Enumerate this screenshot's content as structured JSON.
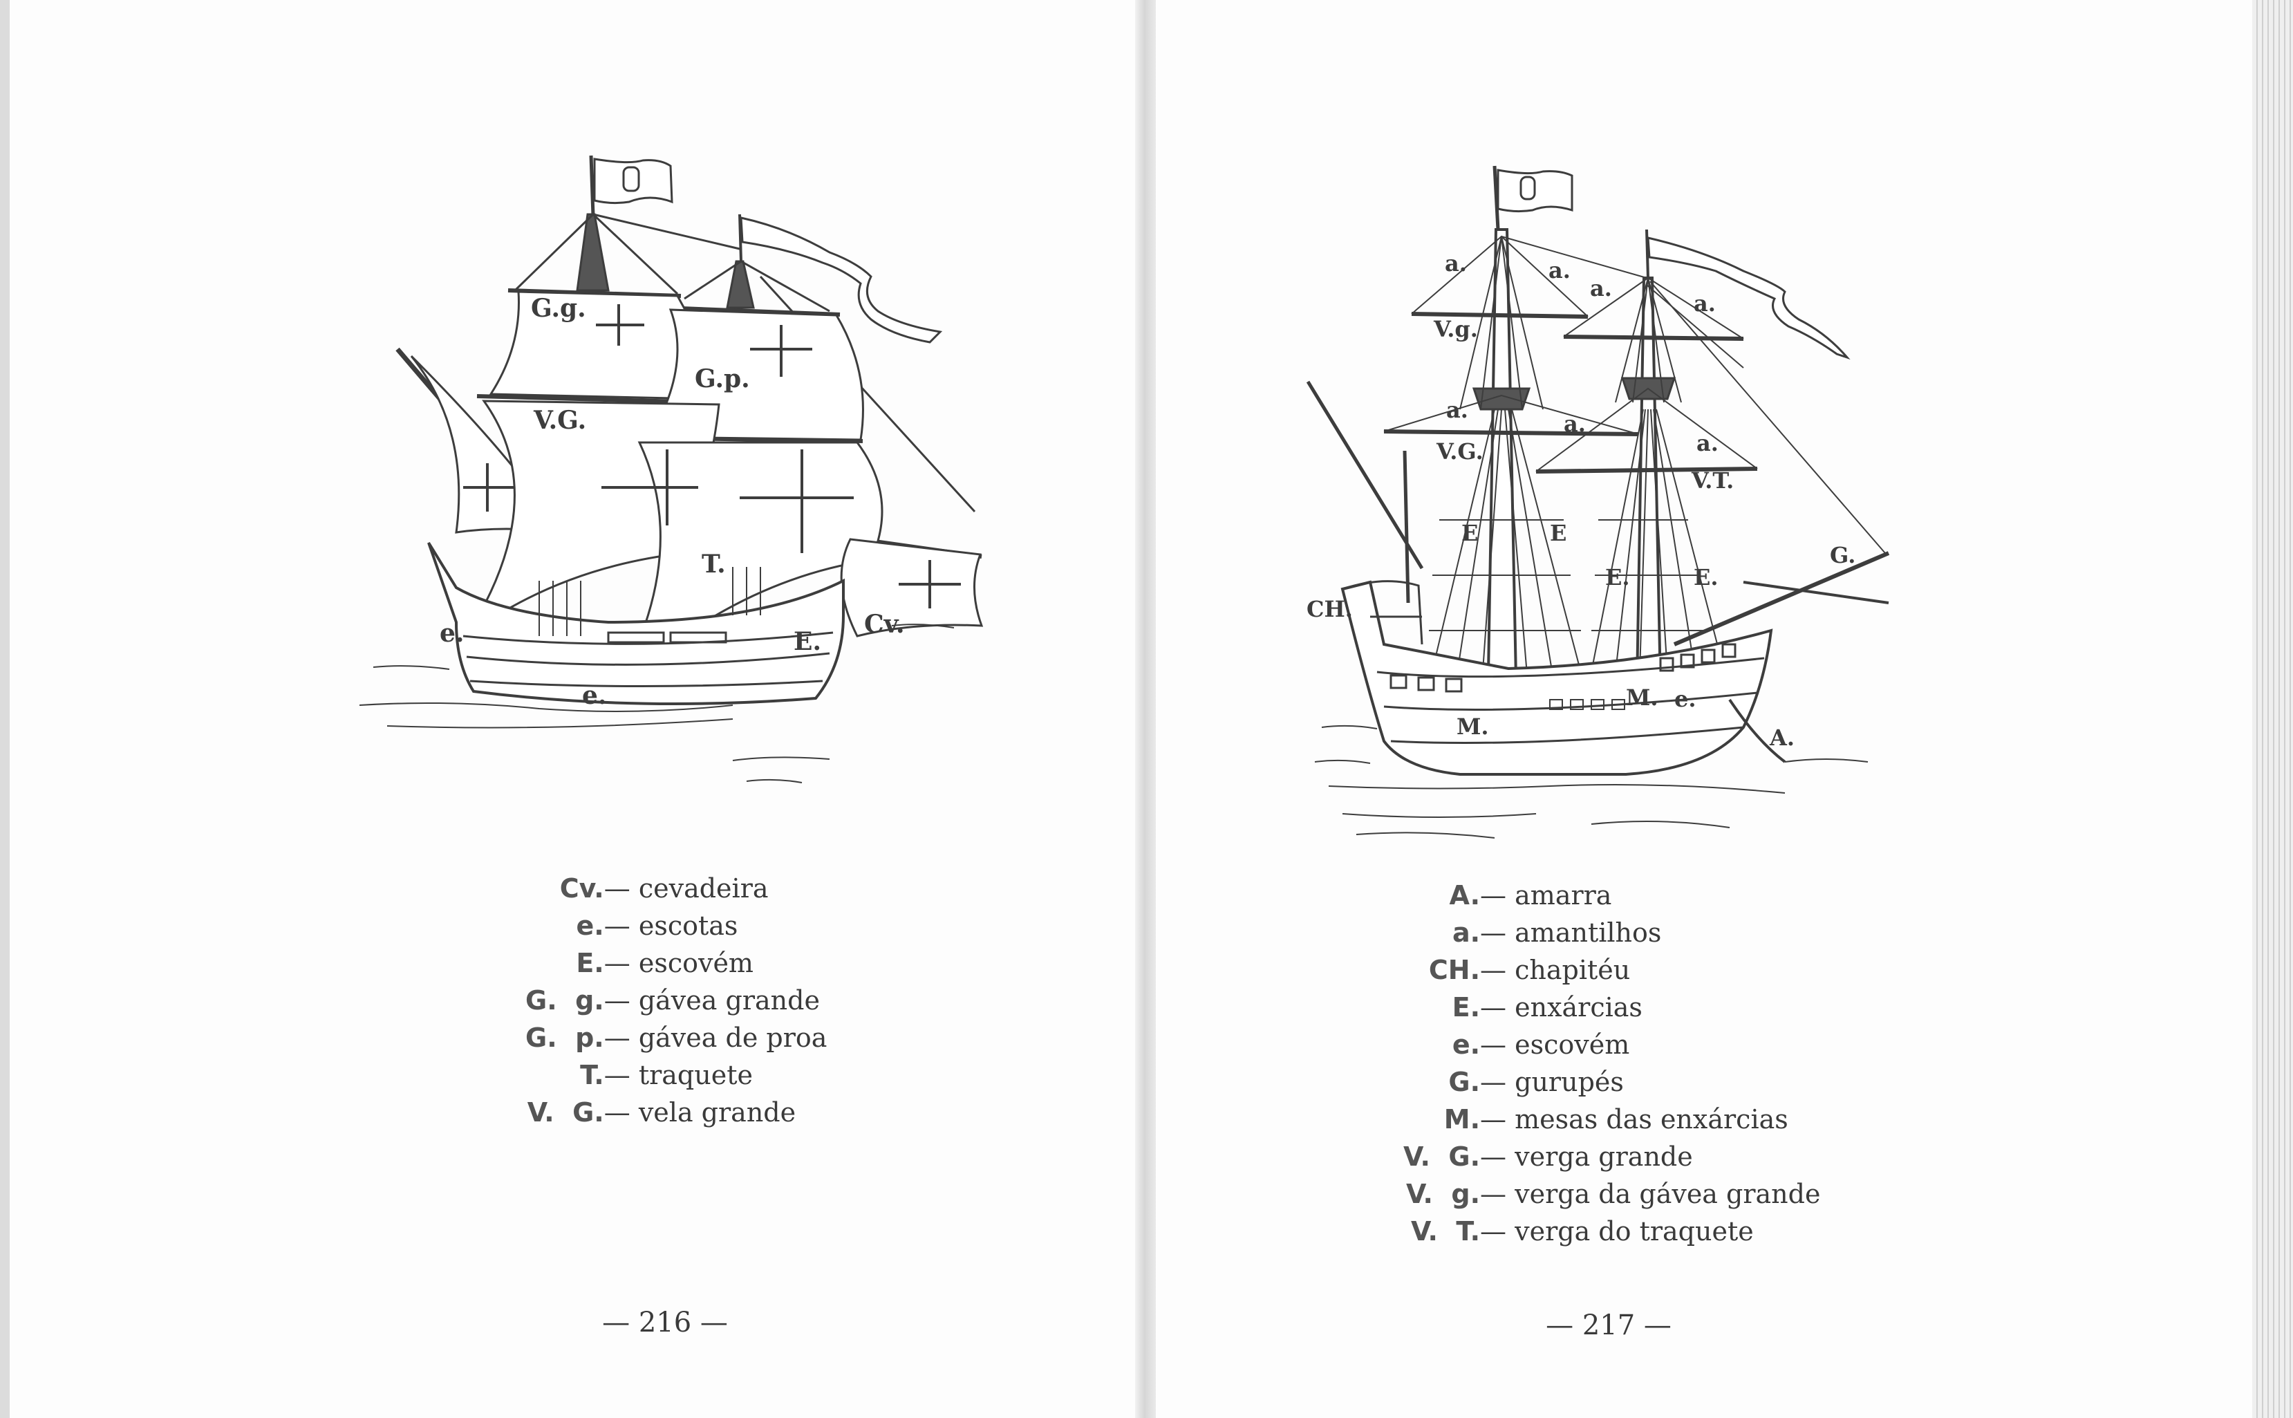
{
  "left_page": {
    "page_number": "— 216 —",
    "figure_labels": [
      "G.g.",
      "G.p.",
      "V.G.",
      "T.",
      "e.",
      "e.",
      "E.",
      "Cv."
    ],
    "legend": [
      {
        "abbr": "Cv.",
        "term": "cevadeira"
      },
      {
        "abbr": "e.",
        "term": "escotas"
      },
      {
        "abbr": "E.",
        "term": "escovém"
      },
      {
        "abbr": "G.  g.",
        "term": "gávea grande"
      },
      {
        "abbr": "G.  p.",
        "term": "gávea de proa"
      },
      {
        "abbr": "T.",
        "term": "traquete"
      },
      {
        "abbr": "V.  G.",
        "term": "vela grande"
      }
    ]
  },
  "right_page": {
    "page_number": "— 217 —",
    "figure_labels": [
      "a.",
      "a.",
      "a.",
      "a.",
      "V.g.",
      "a.",
      "a.",
      "a.",
      "V.G.",
      "V.T.",
      "E",
      "E",
      "E.",
      "E.",
      "CH.",
      "G.",
      "M.",
      "M.",
      "e.",
      "A."
    ],
    "legend": [
      {
        "abbr": "A.",
        "term": "amarra"
      },
      {
        "abbr": "a.",
        "term": "amantilhos"
      },
      {
        "abbr": "CH.",
        "term": "chapitéu"
      },
      {
        "abbr": "E.",
        "term": "enxárcias"
      },
      {
        "abbr": "e.",
        "term": "escovém"
      },
      {
        "abbr": "G.",
        "term": "gurupés"
      },
      {
        "abbr": "M.",
        "term": "mesas das enxárcias"
      },
      {
        "abbr": "V.  G.",
        "term": "verga grande"
      },
      {
        "abbr": "V.  g.",
        "term": "verga da gávea grande"
      },
      {
        "abbr": "V.  T.",
        "term": "verga do traquete"
      }
    ]
  },
  "colors": {
    "ink": "#3d3d3d",
    "paper": "#fdfdfd"
  }
}
